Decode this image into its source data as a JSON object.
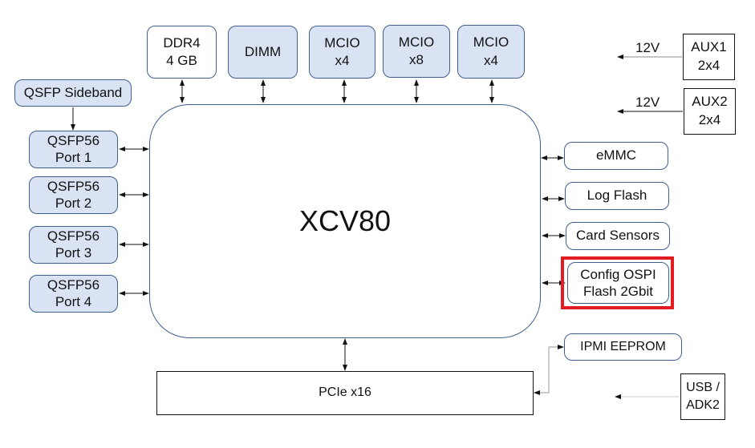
{
  "fpga": {
    "label": "XCV80"
  },
  "top_blocks": [
    {
      "id": "ddr4",
      "line1": "DDR4",
      "line2": "4 GB",
      "style": "white"
    },
    {
      "id": "dimm",
      "line1": "DIMM",
      "line2": "",
      "style": "blue"
    },
    {
      "id": "mcio1",
      "line1": "MCIO",
      "line2": "x4",
      "style": "blue"
    },
    {
      "id": "mcio2",
      "line1": "MCIO",
      "line2": "x8",
      "style": "blue"
    },
    {
      "id": "mcio3",
      "line1": "MCIO",
      "line2": "x4",
      "style": "blue"
    }
  ],
  "left_blocks": {
    "sideband": "QSFP Sideband",
    "ports": [
      {
        "line1": "QSFP56",
        "line2": "Port 1"
      },
      {
        "line1": "QSFP56",
        "line2": "Port 2"
      },
      {
        "line1": "QSFP56",
        "line2": "Port 3"
      },
      {
        "line1": "QSFP56",
        "line2": "Port 4"
      }
    ]
  },
  "right_blocks": [
    {
      "line1": "eMMC",
      "line2": ""
    },
    {
      "line1": "Log Flash",
      "line2": ""
    },
    {
      "line1": "Card Sensors",
      "line2": ""
    },
    {
      "line1": "Config OSPI",
      "line2": "Flash 2Gbit",
      "highlighted": true
    }
  ],
  "power": [
    {
      "voltage": "12V",
      "line1": "AUX1",
      "line2": "2x4"
    },
    {
      "voltage": "12V",
      "line1": "AUX2",
      "line2": "2x4"
    }
  ],
  "bottom": {
    "pcie": "PCIe x16",
    "ipmi": "IPMI EEPROM",
    "usb_line1": "USB /",
    "usb_line2": "ADK2"
  },
  "colors": {
    "highlight": "#e31b23",
    "block_fill": "#dae3f3",
    "block_border": "#3f5f8f"
  }
}
